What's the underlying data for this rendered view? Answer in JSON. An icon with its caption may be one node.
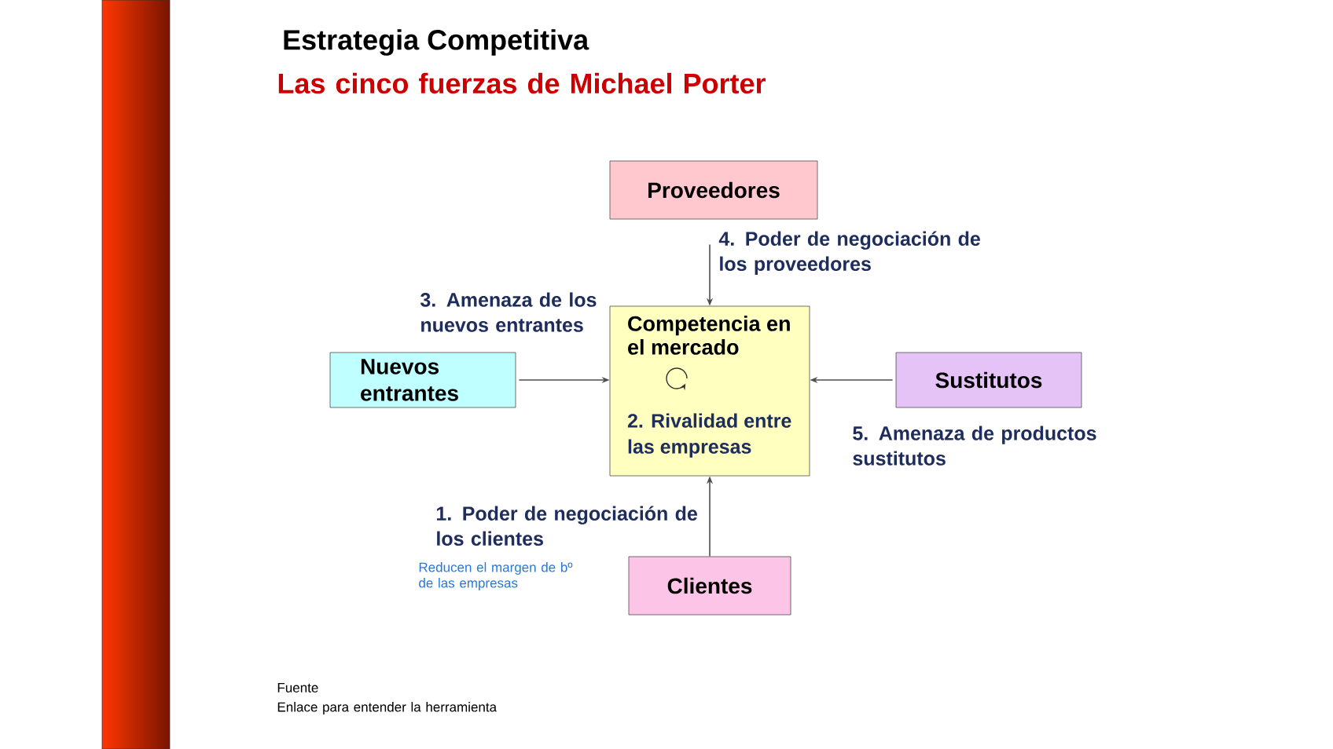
{
  "diagram": {
    "title": "Estrategia Competitiva",
    "nodes": [
      {
        "text": [
          "Proveedores"
        ]
      },
      {
        "text": [
          "Competencia en el mercado",
          "2. Rivalidad entre las empresas"
        ]
      },
      {
        "text": [
          "Nuevos entrantes"
        ]
      },
      {
        "text": [
          "Sustitutos"
        ]
      },
      {
        "text": [
          "Clientes"
        ]
      }
    ],
    "edges": [
      {
        "from": 0,
        "to": 1,
        "arrow": "to",
        "label": "4. Poder de negociación de los proveedores"
      },
      {
        "from": 2,
        "to": 1,
        "arrow": "to",
        "label": "3. Amenaza de los nuevos entrantes"
      },
      {
        "from": 3,
        "to": 1,
        "arrow": "to",
        "label": "5. Amenaza de productos sustitutos"
      },
      {
        "from": 4,
        "to": 1,
        "arrow": "to",
        "label": "1. Poder de negociación de los clientes"
      }
    ],
    "labels": [
      "Las cinco fuerzas de Michael Porter",
      "Reducen el margen de bº de las empresas",
      "Fuente",
      "Enlace para entender la herramienta"
    ]
  }
}
